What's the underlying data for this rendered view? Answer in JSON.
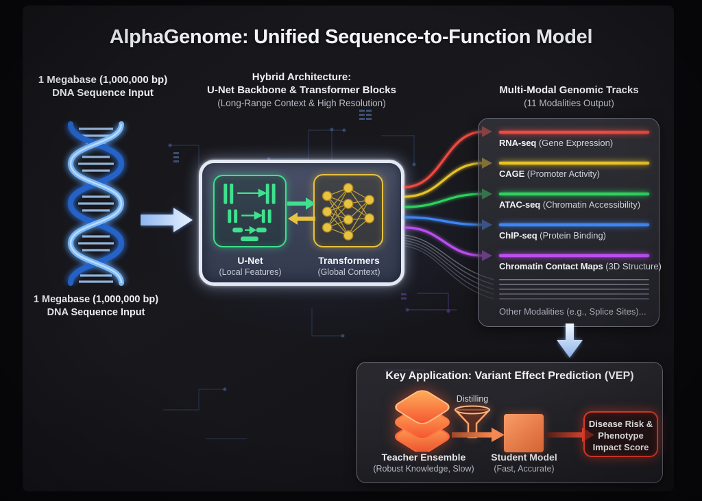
{
  "title": "AlphaGenome: Unified Sequence-to-Function Model",
  "input": {
    "top": {
      "line1": "1 Megabase (1,000,000 bp)",
      "line2": "DNA Sequence Input"
    },
    "bottom": {
      "line1": "1 Megabase (1,000,000 bp)",
      "line2": "DNA Sequence Input"
    }
  },
  "architecture": {
    "heading1": "Hybrid Architecture:",
    "heading2": "U-Net Backbone & Transformer Blocks",
    "subheading": "(Long-Range Context & High Resolution)",
    "unet": {
      "label": "U-Net",
      "sublabel": "(Local Features)"
    },
    "transformers": {
      "label": "Transformers",
      "sublabel": "(Global Context)"
    }
  },
  "outputs": {
    "heading": "Multi-Modal Genomic Tracks",
    "subheading": "(11 Modalities Output)",
    "tracks": [
      {
        "name": "RNA-seq",
        "desc": "(Gene Expression)",
        "color": "#ef4a40"
      },
      {
        "name": "CAGE",
        "desc": "(Promoter Activity)",
        "color": "#e8c327"
      },
      {
        "name": "ATAC-seq",
        "desc": "(Chromatin Accessibility)",
        "color": "#2fd15e"
      },
      {
        "name": "ChIP-seq",
        "desc": "(Protein Binding)",
        "color": "#3e86f5"
      },
      {
        "name": "Chromatin Contact Maps",
        "desc": "(3D Structure)",
        "color": "#bb4ff0"
      }
    ],
    "other": "Other Modalities (e.g., Splice Sites)..."
  },
  "vep": {
    "heading": "Key Application: Variant Effect Prediction (VEP)",
    "teacher": {
      "label": "Teacher Ensemble",
      "sublabel": "(Robust Knowledge, Slow)"
    },
    "distill": "Distilling",
    "student": {
      "label": "Student Model",
      "sublabel": "(Fast, Accurate)"
    },
    "result": {
      "line1": "Disease Risk &",
      "line2": "Phenotype",
      "line3": "Impact Score"
    }
  },
  "colors": {
    "dna_blue": "#5aa2f5",
    "unet_green": "#3fe08f",
    "transformer_yellow": "#e8c341",
    "vep_orange": "#f97338",
    "result_red": "#f1402e",
    "panel_border": "#6b6b76",
    "background": "#16161a"
  }
}
